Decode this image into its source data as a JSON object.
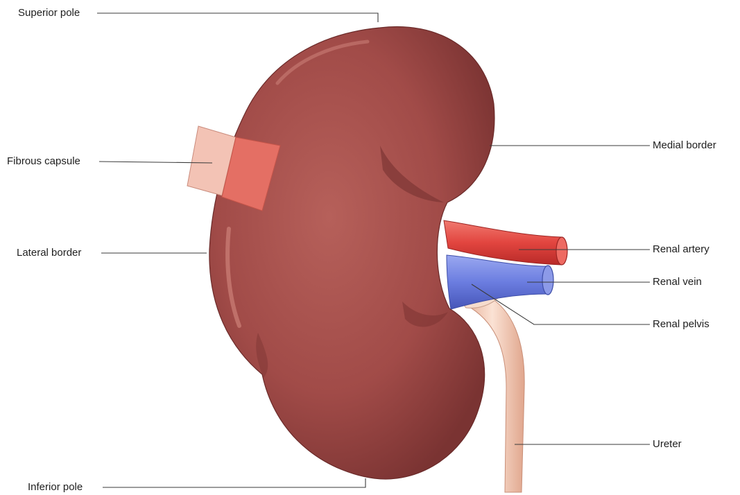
{
  "labels": {
    "superior_pole": "Superior pole",
    "fibrous_capsule": "Fibrous capsule",
    "lateral_border": "Lateral border",
    "inferior_pole": "Inferior pole",
    "medial_border": "Medial border",
    "renal_artery": "Renal artery",
    "renal_vein": "Renal vein",
    "renal_pelvis": "Renal pelvis",
    "ureter": "Ureter"
  },
  "colors": {
    "kidney": "#a84f4c",
    "kidney_shadow": "#7c3433",
    "kidney_highlight": "#d88f85",
    "capsule": "#e9a59a",
    "artery": "#e2453f",
    "vein": "#6b7de0",
    "ureter": "#f2c9b4"
  }
}
